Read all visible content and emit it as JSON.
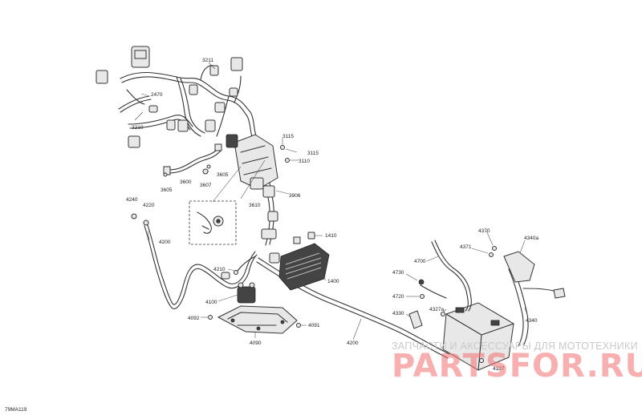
{
  "diagram": {
    "code": "79MA119",
    "watermark": {
      "tagline": "ЗАПЧАСТИ И АКСЕССУАРЫ ДЛЯ МОТОТЕХНИКИ",
      "logo": "PARTSFOR.RU"
    },
    "labels": {
      "p3211": "3211",
      "p2470": "2470",
      "p3210": "3210",
      "p3115a": "3115",
      "p3115b": "3115",
      "p3110": "3110",
      "p3605a": "3605",
      "p3605b": "3605",
      "p3600": "3600",
      "p3607": "3607",
      "p3906": "3906",
      "p4240": "4240",
      "p4220": "4220",
      "p3610": "3610",
      "p1410": "1410",
      "p4200a": "4200",
      "p4210": "4210",
      "p1400": "1400",
      "p4100": "4100",
      "p4092": "4092",
      "p4091": "4091",
      "p4090": "4090",
      "p4200b": "4200",
      "p4370": "4370",
      "p4340a": "4340a",
      "p4371": "4371",
      "p4700": "4700",
      "p4730": "4730",
      "p4720": "4720",
      "p4327a": "4327a",
      "p4330": "4330",
      "p4340": "4340",
      "p4327": "4327"
    }
  }
}
